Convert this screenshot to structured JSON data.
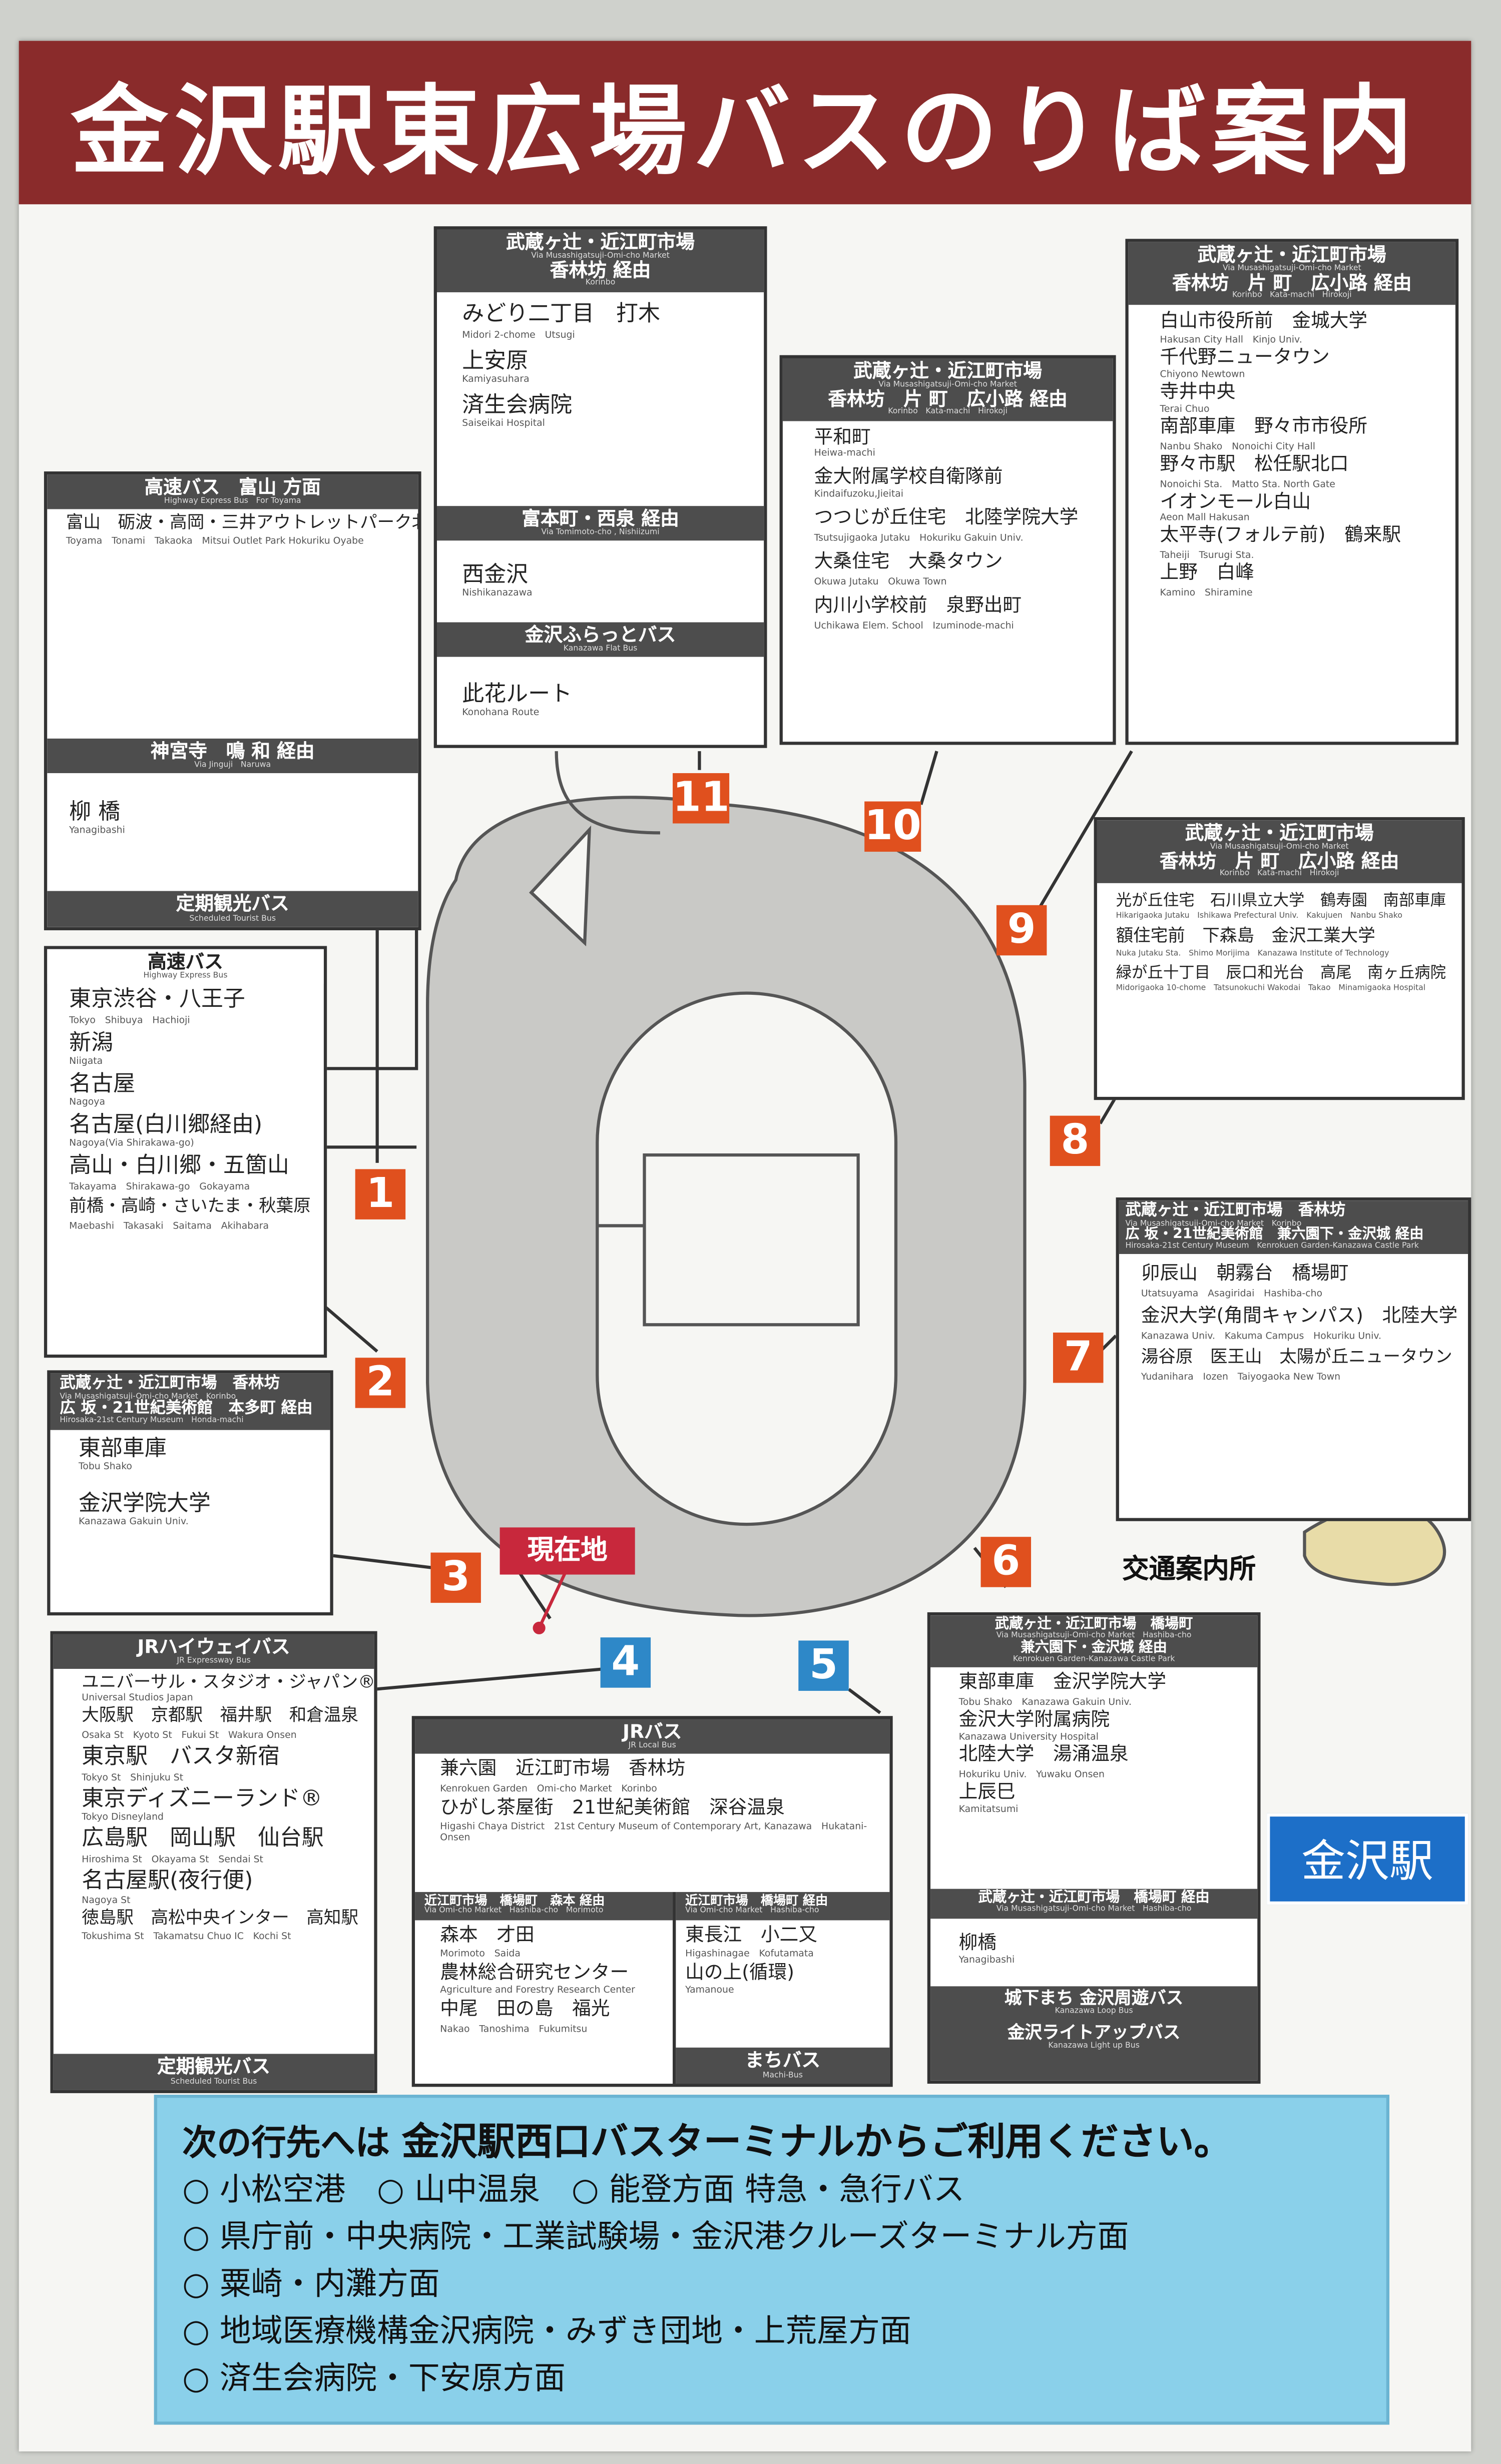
{
  "title": "金沢駅東広場バスのりば案内",
  "current_location": "現在地",
  "kanazawa_station": "金沢駅",
  "traffic_info": "交通案内所",
  "pole_numbers": [
    "1",
    "2",
    "3",
    "4",
    "5",
    "6",
    "7",
    "8",
    "9",
    "10",
    "11"
  ],
  "boxes": {
    "express_toyama": {
      "header": "高速バス　富山 方面",
      "header_en": "Highway Express Bus　For Toyama",
      "stops": "富山　砺波・高岡・三井アウトレットパーク北陸小矢部",
      "stops_en": "Toyama　Tonami　Takaoka　Mitsui Outlet Park Hokuriku Oyabe",
      "sub_header": "神宮寺　鳴 和 経由",
      "sub_header_en": "Via Jinguji　Naruwa",
      "sub_stop": "柳 橋",
      "sub_stop_en": "Yanagibashi",
      "footer": "定期観光バス",
      "footer_en": "Scheduled Tourist Bus"
    },
    "express_tokyo": {
      "header": "高速バス",
      "header_en": "Highway Express Bus",
      "lines": [
        {
          "ja": "東京渋谷・八王子",
          "en": "Tokyo　Shibuya　Hachioji"
        },
        {
          "ja": "新潟",
          "en": "Niigata"
        },
        {
          "ja": "名古屋",
          "en": "Nagoya"
        },
        {
          "ja": "名古屋(白川郷経由)",
          "en": "Nagoya(Via Shirakawa-go)"
        },
        {
          "ja": "高山・白川郷・五箇山",
          "en": "Takayama　Shirakawa-go　Gokayama"
        },
        {
          "ja": "前橋・高崎・さいたま・秋葉原",
          "en": "Maebashi　Takasaki　Saitama　Akihabara"
        }
      ]
    },
    "pole3": {
      "header": "武蔵ヶ辻・近江町市場　香林坊",
      "header_en": "Via Musashigatsuji-Omi-cho Market　Korinbo",
      "header2": "広 坂・21世紀美術館　本多町 経由",
      "header2_en": "Hirosaka-21st Century Museum　Honda-machi",
      "lines": [
        {
          "ja": "東部車庫",
          "en": "Tobu Shako"
        },
        {
          "ja": "金沢学院大学",
          "en": "Kanazawa Gakuin Univ."
        }
      ]
    },
    "jr_highway": {
      "header": "JRハイウェイバス",
      "header_en": "JR Expressway Bus",
      "lines": [
        {
          "ja": "ユニバーサル・スタジオ・ジャパン®",
          "en": "Universal Studios Japan"
        },
        {
          "ja": "大阪駅　京都駅　福井駅　和倉温泉",
          "en": "Osaka St　Kyoto St　Fukui St　Wakura Onsen"
        },
        {
          "ja": "東京駅　バスタ新宿",
          "en": "Tokyo St　Shinjuku St"
        },
        {
          "ja": "東京ディズニーランド®",
          "en": "Tokyo Disneyland"
        },
        {
          "ja": "広島駅　岡山駅　仙台駅",
          "en": "Hiroshima St　Okayama St　Sendai St"
        },
        {
          "ja": "名古屋駅(夜行便)",
          "en": "Nagoya St"
        },
        {
          "ja": "徳島駅　高松中央インター　高知駅",
          "en": "Tokushima St　Takamatsu Chuo IC　Kochi St"
        }
      ],
      "footer": "定期観光バス",
      "footer_en": "Scheduled Tourist Bus"
    },
    "jr_local": {
      "header": "JRバス",
      "header_en": "JR Local Bus",
      "lines": [
        {
          "ja": "兼六園　近江町市場　香林坊",
          "en": "Kenrokuen Garden　Omi-cho Market　Korinbo"
        },
        {
          "ja": "ひがし茶屋街　21世紀美術館　深谷温泉",
          "en": "Higashi Chaya District　21st Century Museum of Contemporary Art, Kanazawa　Hukatani-Onsen"
        }
      ],
      "left_header": "近江町市場　橋場町　森本 経由",
      "left_header_en": "Via Omi-cho Market　Hashiba-cho　Morimoto",
      "left_lines": [
        {
          "ja": "森本　才田",
          "en": "Morimoto　Saida"
        },
        {
          "ja": "農林総合研究センター",
          "en": "Agriculture and Forestry Research Center"
        },
        {
          "ja": "中尾　田の島　福光",
          "en": "Nakao　Tanoshima　Fukumitsu"
        }
      ],
      "right_header": "近江町市場　橋場町 経由",
      "right_header_en": "Via Omi-cho Market　Hashiba-cho",
      "right_lines": [
        {
          "ja": "東長江　小二又",
          "en": "Higashinagae　Kofutamata"
        },
        {
          "ja": "山の上(循環)",
          "en": "Yamanoue"
        }
      ],
      "right_footer": "まちバス",
      "right_footer_en": "Machi-Bus"
    },
    "pole6": {
      "header": "武蔵ヶ辻・近江町市場　橋場町",
      "header_en": "Via Musashigatsuji-Omi-cho Market　Hashiba-cho",
      "header2": "兼六園下・金沢城 経由",
      "header2_en": "Kenrokuen Garden-Kanazawa Castle Park",
      "lines": [
        {
          "ja": "東部車庫　金沢学院大学",
          "en": "Tobu Shako　Kanazawa Gakuin Univ."
        },
        {
          "ja": "金沢大学附属病院",
          "en": "Kanazawa University Hospital"
        },
        {
          "ja": "北陸大学　湯涌温泉",
          "en": "Hokuriku Univ.　Yuwaku Onsen"
        },
        {
          "ja": "上辰巳",
          "en": "Kamitatsumi"
        }
      ],
      "sub_header": "武蔵ヶ辻・近江町市場　橋場町 経由",
      "sub_header_en": "Via Musashigatsuji-Omi-cho Market　Hashiba-cho",
      "sub_stop": "柳橋",
      "sub_stop_en": "Yanagibashi",
      "footer1": "城下まち 金沢周遊バス",
      "footer1_en": "Kanazawa Loop Bus",
      "footer2": "金沢ライトアップバス",
      "footer2_en": "Kanazawa Light up Bus"
    },
    "pole7": {
      "header": "武蔵ヶ辻・近江町市場　香林坊",
      "header_en": "Via Musashigatsuji-Omi-cho Market　Korinbo",
      "header2": "広 坂・21世紀美術館　兼六園下・金沢城 経由",
      "header2_en": "Hirosaka-21st Century Museum　Kenrokuen Garden-Kanazawa Castle Park",
      "lines": [
        {
          "ja": "卯辰山　朝霧台　橋場町",
          "en": "Utatsuyama　Asagiridai　Hashiba-cho"
        },
        {
          "ja": "金沢大学(角間キャンパス)　北陸大学",
          "en": "Kanazawa Univ.　Kakuma Campus　Hokuriku Univ."
        },
        {
          "ja": "湯谷原　医王山　太陽が丘ニュータウン",
          "en": "Yudanihara　Iozen　Taiyogaoka New Town"
        }
      ]
    },
    "pole8": {
      "header": "武蔵ヶ辻・近江町市場",
      "header_en": "Via Musashigatsuji-Omi-cho Market",
      "header2": "香林坊　片 町　広小路 経由",
      "header2_en": "Korinbo　Kata-machi　Hirokoji",
      "lines": [
        {
          "ja": "光が丘住宅　石川県立大学　鶴寿園　南部車庫",
          "en": "Hikarigaoka Jutaku　Ishikawa Prefectural Univ.　Kakujuen　Nanbu Shako"
        },
        {
          "ja": "額住宅前　下森島　金沢工業大学",
          "en": "Nuka Jutaku Sta.　Shimo Morijima　Kanazawa Institute of Technology"
        },
        {
          "ja": "緑が丘十丁目　辰口和光台　高尾　南ヶ丘病院",
          "en": "Midorigaoka 10-chome　Tatsunokuchi Wakodai　Takao　Minamigaoka Hospital"
        }
      ]
    },
    "pole9": {
      "header": "武蔵ヶ辻・近江町市場",
      "header_en": "Via Musashigatsuji-Omi-cho Market",
      "header2": "香林坊　片 町　広小路 経由",
      "header2_en": "Korinbo　Kata-machi　Hirokoji",
      "lines": [
        {
          "ja": "白山市役所前　金城大学",
          "en": "Hakusan City Hall　Kinjo Univ."
        },
        {
          "ja": "千代野ニュータウン",
          "en": "Chiyono Newtown"
        },
        {
          "ja": "寺井中央",
          "en": "Terai Chuo"
        },
        {
          "ja": "南部車庫　野々市市役所",
          "en": "Nanbu Shako　Nonoichi City Hall"
        },
        {
          "ja": "野々市駅　松任駅北口",
          "en": "Nonoichi Sta.　Matto Sta. North Gate"
        },
        {
          "ja": "イオンモール白山",
          "en": "Aeon Mall Hakusan"
        },
        {
          "ja": "太平寺(フォルテ前)　鶴来駅",
          "en": "Taheiji　Tsurugi Sta."
        },
        {
          "ja": "上野　白峰",
          "en": "Kamino　Shiramine"
        }
      ]
    },
    "pole10": {
      "header": "武蔵ヶ辻・近江町市場",
      "header_en": "Via Musashigatsuji-Omi-cho Market",
      "header2": "香林坊　片 町　広小路 経由",
      "header2_en": "Korinbo　Kata-machi　Hirokoji",
      "lines": [
        {
          "ja": "平和町",
          "en": "Heiwa-machi"
        },
        {
          "ja": "金大附属学校自衛隊前",
          "en": "Kindaifuzoku,Jieitai"
        },
        {
          "ja": "つつじが丘住宅　北陸学院大学",
          "en": "Tsutsujigaoka Jutaku　Hokuriku Gakuin Univ."
        },
        {
          "ja": "大桑住宅　大桑タウン",
          "en": "Okuwa Jutaku　Okuwa Town"
        },
        {
          "ja": "内川小学校前　泉野出町",
          "en": "Uchikawa Elem. School　Izuminode-machi"
        }
      ]
    },
    "pole11": {
      "header": "武蔵ヶ辻・近江町市場",
      "header_en": "Via Musashigatsuji-Omi-cho Market",
      "header2": "香林坊 経由",
      "header2_en": "Korinbo",
      "lines": [
        {
          "ja": "みどり二丁目　打木",
          "en": "Midori 2-chome　Utsugi"
        },
        {
          "ja": "上安原",
          "en": "Kamiyasuhara"
        },
        {
          "ja": "済生会病院",
          "en": "Saiseikai Hospital"
        }
      ],
      "sub_header": "富本町・西泉 経由",
      "sub_header_en": "Via Tomimoto-cho , Nishiizumi",
      "sub_stop": "西金沢",
      "sub_stop_en": "Nishikanazawa",
      "sub_header2": "金沢ふらっとバス",
      "sub_header2_en": "Kanazawa Flat Bus",
      "sub_stop2": "此花ルート",
      "sub_stop2_en": "Konohana Route"
    }
  },
  "footer": {
    "title_prefix": "次の行先へは",
    "title_main": "金沢駅西口バスターミナルからご利用ください。",
    "items": [
      "○ 小松空港　○ 山中温泉　○ 能登方面 特急・急行バス",
      "○ 県庁前・中央病院・工業試験場・金沢港クルーズターミナル方面",
      "○ 粟崎・内灘方面",
      "○ 地域医療機構金沢病院・みずき団地・上荒屋方面",
      "○ 済生会病院・下安原方面"
    ]
  }
}
